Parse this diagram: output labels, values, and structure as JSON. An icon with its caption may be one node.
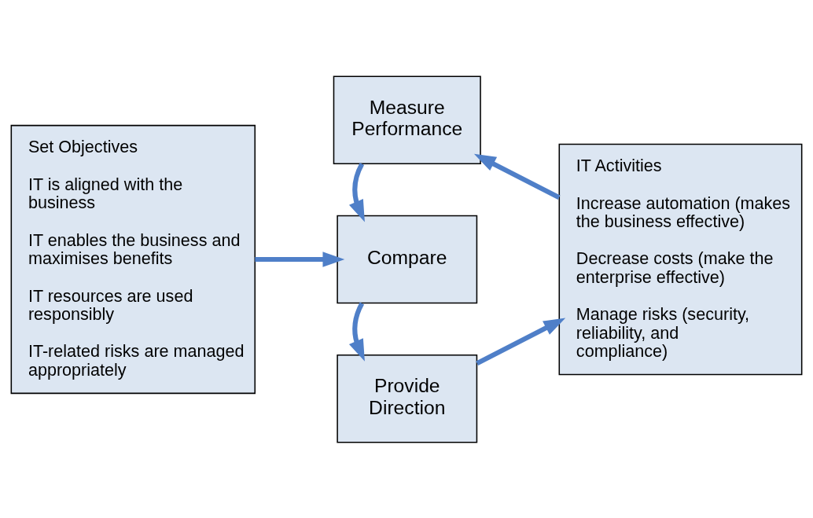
{
  "diagram": {
    "nodes": [
      {
        "text": [
          "Set Objectives",
          "IT is aligned with the business",
          "IT enables the business and maximises benefits",
          "IT resources are used responsibly",
          "IT-related risks are managed appropriately"
        ]
      },
      {
        "text": [
          "Compare"
        ]
      },
      {
        "text": [
          "Provide Direction"
        ]
      },
      {
        "text": [
          "IT Activities",
          "Increase automation (makes the business effective)",
          "Decrease costs (make the enterprise effective)",
          "Manage risks (security, reliability, and compliance)"
        ]
      },
      {
        "text": [
          "Measure Performance"
        ]
      }
    ],
    "edges": [
      {
        "from": 0,
        "to": 1,
        "arrow": "to"
      },
      {
        "from": 1,
        "to": 2,
        "arrow": "to"
      },
      {
        "from": 2,
        "to": 3,
        "arrow": "to"
      },
      {
        "from": 3,
        "to": 4,
        "arrow": "to"
      },
      {
        "from": 4,
        "to": 1,
        "arrow": "to"
      }
    ]
  }
}
